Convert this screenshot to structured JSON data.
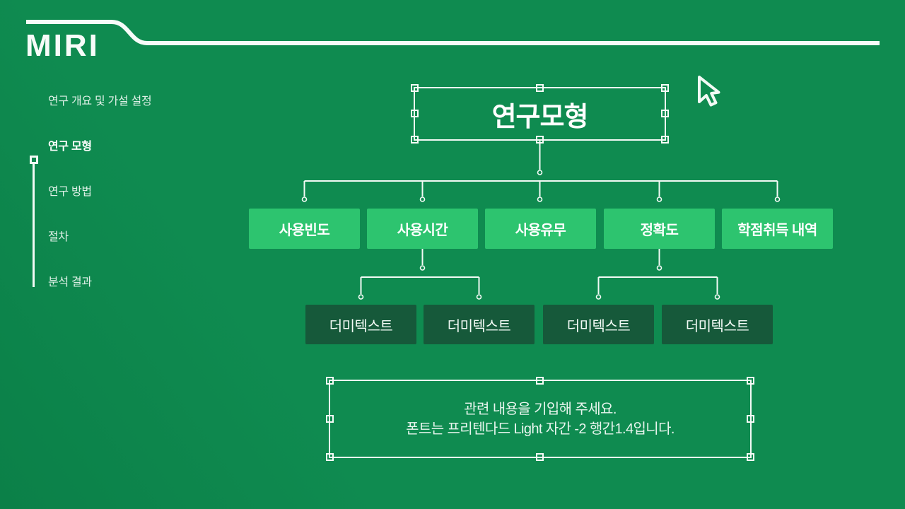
{
  "app": {
    "logo": "MIRI"
  },
  "sidebar": {
    "items": [
      {
        "label": "연구 개요 및 가설 설정",
        "active": false
      },
      {
        "label": "연구 모형",
        "active": true
      },
      {
        "label": "연구 방법",
        "active": false
      },
      {
        "label": "절차",
        "active": false
      },
      {
        "label": "분석 결과",
        "active": false
      }
    ]
  },
  "diagram": {
    "title": "연구모형",
    "level1": [
      "사용빈도",
      "사용시간",
      "사용유무",
      "정확도",
      "학점취득 내역"
    ],
    "level2": [
      "더미텍스트",
      "더미텍스트",
      "더미텍스트",
      "더미텍스트"
    ]
  },
  "note": {
    "line1": "관련 내용을 기입해 주세요.",
    "line2": "폰트는 프리텐다드 Light  자간 -2 행간1.4입니다."
  },
  "colors": {
    "background": "#0F8B50",
    "accent_green": "#2DC46F",
    "dark_green": "#16593A",
    "line_white": "#F2FAF5"
  }
}
